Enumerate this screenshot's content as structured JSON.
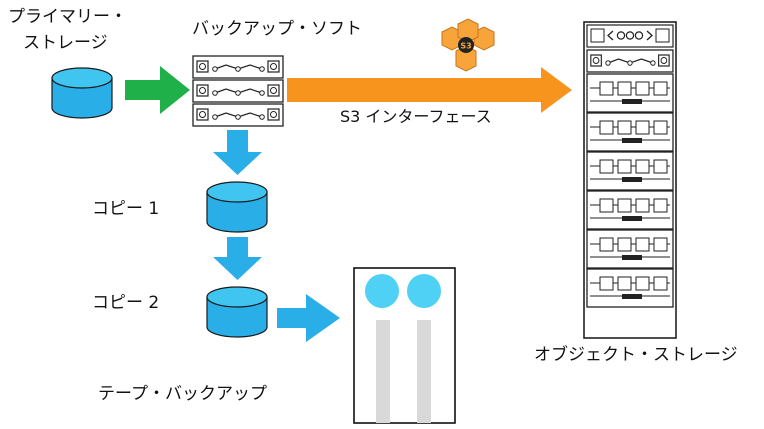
{
  "labels": {
    "primary_line1": "プライマリー・",
    "primary_line2": "ストレージ",
    "backup_soft": "バックアップ・ソフト",
    "s3_interface": "S3 インターフェース",
    "copy1": "コピー 1",
    "copy2": "コピー 2",
    "tape_backup": "テープ・バックアップ",
    "object_storage": "オブジェクト・ストレージ",
    "s3_badge": "S3"
  },
  "colors": {
    "green_arrow": "#1fb04a",
    "orange_arrow": "#f7941d",
    "blue_arrow": "#29aee8",
    "cylinder": "#29aee8",
    "cylinder_top": "#40c4f0",
    "tape_reel": "#4fd1f5",
    "tape_track": "#d9d9d9",
    "aws_orange": "#f7a53b",
    "aws_dark": "#c9721b"
  },
  "icons": {
    "primary_storage": "database-cylinder-icon",
    "backup_server": "server-rack-icon",
    "object_storage": "storage-rack-icon",
    "aws_s3": "aws-s3-cubes-icon",
    "tape": "tape-cartridge-icon"
  }
}
